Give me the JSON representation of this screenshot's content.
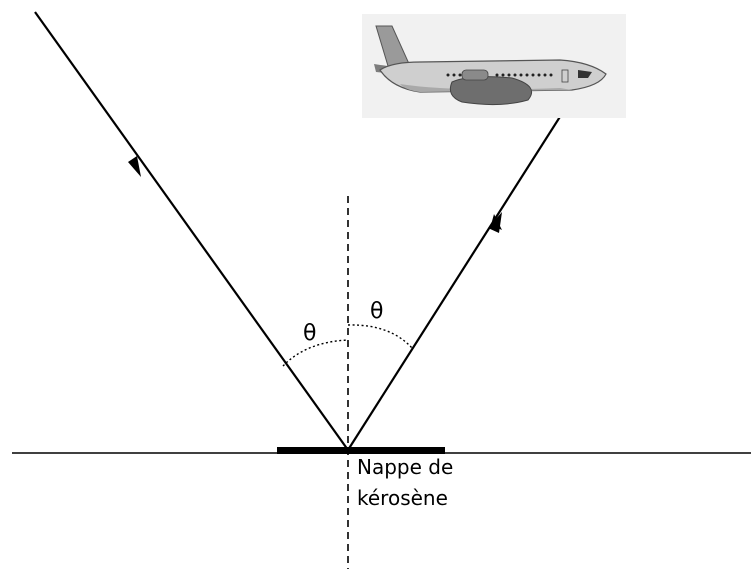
{
  "labels": {
    "angle_left": "θ",
    "angle_right": "θ",
    "slick_line1": "Nappe de",
    "slick_line2": "kérosène"
  },
  "icons": {
    "airplane": "airplane-icon"
  },
  "colors": {
    "ink": "#000000",
    "background": "#ffffff",
    "plane_box": "#f1f1f1",
    "plane_body": "#cfcfcf",
    "plane_dark": "#6e6e6e"
  }
}
